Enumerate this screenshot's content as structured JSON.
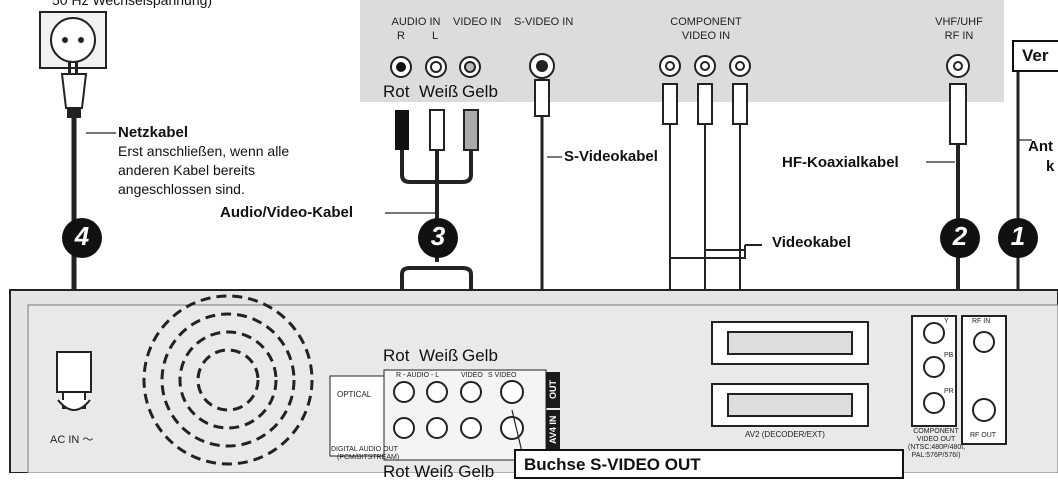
{
  "top_left_fragment": "50 Hz Wechselspannung)",
  "panel": {
    "audio_in": "AUDIO IN",
    "audio_r": "R",
    "audio_l": "L",
    "video_in": "VIDEO IN",
    "svideo_in": "S-VIDEO IN",
    "component_line1": "COMPONENT",
    "component_line2": "VIDEO IN",
    "vhf_line1": "VHF/UHF",
    "vhf_line2": "RF IN",
    "colors": [
      "Rot",
      "Weiß",
      "Gelb"
    ]
  },
  "right_box_fragment": "Ver",
  "antenna_fragment": [
    "Ant",
    "k"
  ],
  "cables": {
    "netzkabel_title": "Netzkabel",
    "netzkabel_desc": [
      "Erst anschließen, wenn alle",
      "anderen Kabel bereits",
      "angeschlossen sind."
    ],
    "svideo": "S-Videokabel",
    "hf": "HF-Koaxialkabel",
    "av": "Audio/Video-Kabel",
    "video": "Videokabel"
  },
  "steps": [
    "4",
    "3",
    "2",
    "1"
  ],
  "recorder": {
    "colors_mid": [
      "Rot",
      "Weiß",
      "Gelb"
    ],
    "colors_bottom_fragment": "Rot Weiß Gelb",
    "ac_in": "AC IN ～",
    "optical": "OPTICAL",
    "digital_out": [
      "DIGITAL AUDIO OUT",
      "(PCM/BITSTREAM)"
    ],
    "r_audio_l": "R - AUDIO - L",
    "video": "VIDEO",
    "svideo": "S VIDEO",
    "out": "OUT",
    "av4in": "AV4 IN",
    "av2": "AV2  (DECODER/EXT)",
    "comp_y": "Y",
    "comp_pb": "PB",
    "comp_pr": "PR",
    "rf_top": "RF IN",
    "rf_out": "RF OUT",
    "comp_out": [
      "COMPONENT",
      "VIDEO OUT",
      "(NTSC:480P/480I,",
      "PAL:576P/576I)"
    ]
  },
  "callout": "Buchse S-VIDEO OUT",
  "colors": {
    "panel": "#dcdcdc",
    "recorder": "#e4e4e4",
    "ink": "#111111"
  }
}
